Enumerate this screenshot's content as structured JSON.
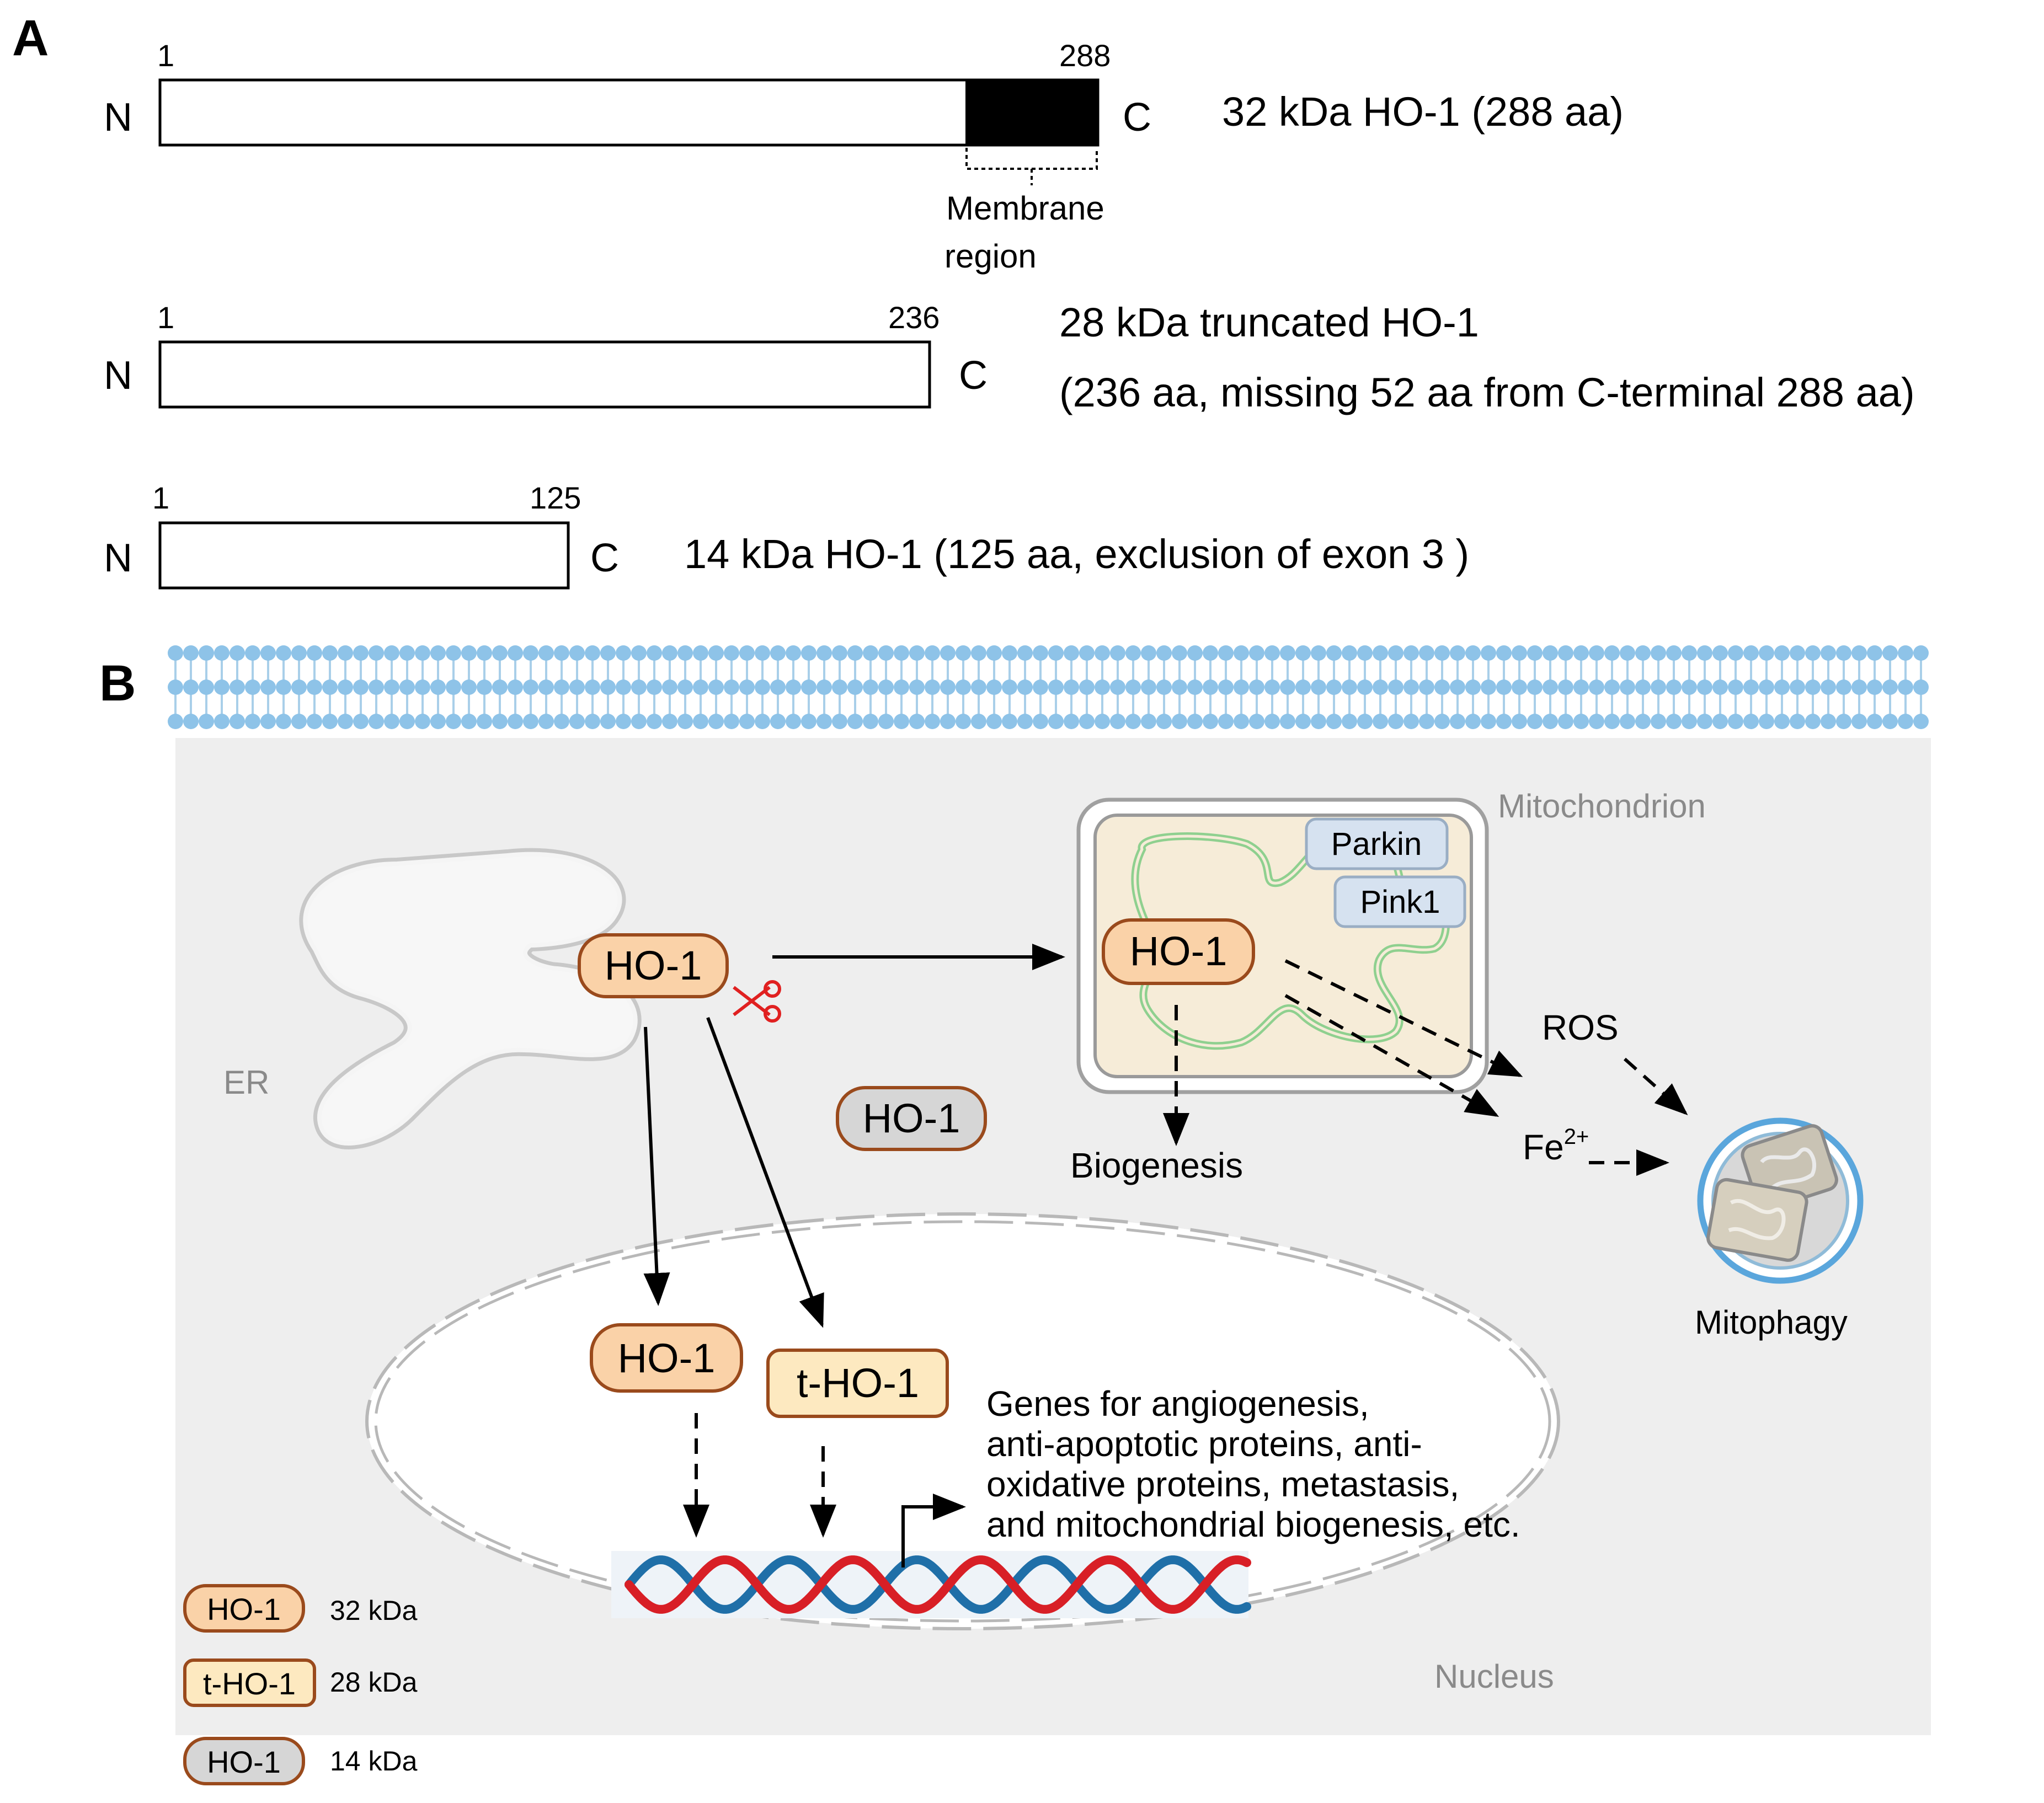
{
  "colors": {
    "membrane_head": "#8ec3e8",
    "membrane_tail": "#a9cfe9",
    "cytoplasm": "#eeeeee",
    "ho1_fill": "#fad2a8",
    "ho1_stroke": "#9a4a1c",
    "tho1_fill": "#fde9c0",
    "ho1_14_fill": "#d6d6d6",
    "mito_fill": "#f6ecd8",
    "mito_crista": "#8fd08f",
    "parkin_fill": "#d6e2f0",
    "dna_red": "#d81f26",
    "dna_blue": "#1f6fa8",
    "scissors": "#e02020",
    "gray_label": "#8a8a8a"
  },
  "panel_a": {
    "label": "A",
    "rows": [
      {
        "n_label": "N",
        "c_label": "C",
        "start": "1",
        "end": "288",
        "description_lines": [
          "32 kDa HO-1 (288 aa)"
        ],
        "membrane_label_lines": [
          "Membrane",
          "region"
        ]
      },
      {
        "n_label": "N",
        "c_label": "C",
        "start": "1",
        "end": "236",
        "description_lines": [
          "28 kDa truncated HO-1",
          "(236 aa, missing 52 aa from C-terminal 288 aa)"
        ]
      },
      {
        "n_label": "N",
        "c_label": "C",
        "start": "1",
        "end": "125",
        "description_lines": [
          "14 kDa HO-1 (125 aa, exclusion of exon 3 )"
        ]
      }
    ]
  },
  "panel_b": {
    "label": "B",
    "organelles": {
      "er": "ER",
      "mitochondrion": "Mitochondrion",
      "nucleus": "Nucleus"
    },
    "proteins": {
      "ho1_er": "HO-1",
      "ho1_mito": "HO-1",
      "ho1_cyto": "HO-1",
      "ho1_nucleus": "HO-1",
      "tho1_nucleus": "t-HO-1",
      "parkin": "Parkin",
      "pink1": "Pink1"
    },
    "outcomes": {
      "ros": "ROS",
      "fe_base": "Fe",
      "fe_sup": "2+",
      "biogenesis": "Biogenesis",
      "mitophagy": "Mitophagy"
    },
    "genes_text_lines": [
      "Genes for angiogenesis,",
      "anti-apoptotic proteins, anti-",
      "oxidative proteins, metastasis,",
      "and mitochondrial biogenesis, etc."
    ],
    "legend": [
      {
        "badge": "HO-1",
        "size": "32 kDa"
      },
      {
        "badge": "t-HO-1",
        "size": "28 kDa"
      },
      {
        "badge": "HO-1",
        "size": "14 kDa"
      }
    ]
  }
}
